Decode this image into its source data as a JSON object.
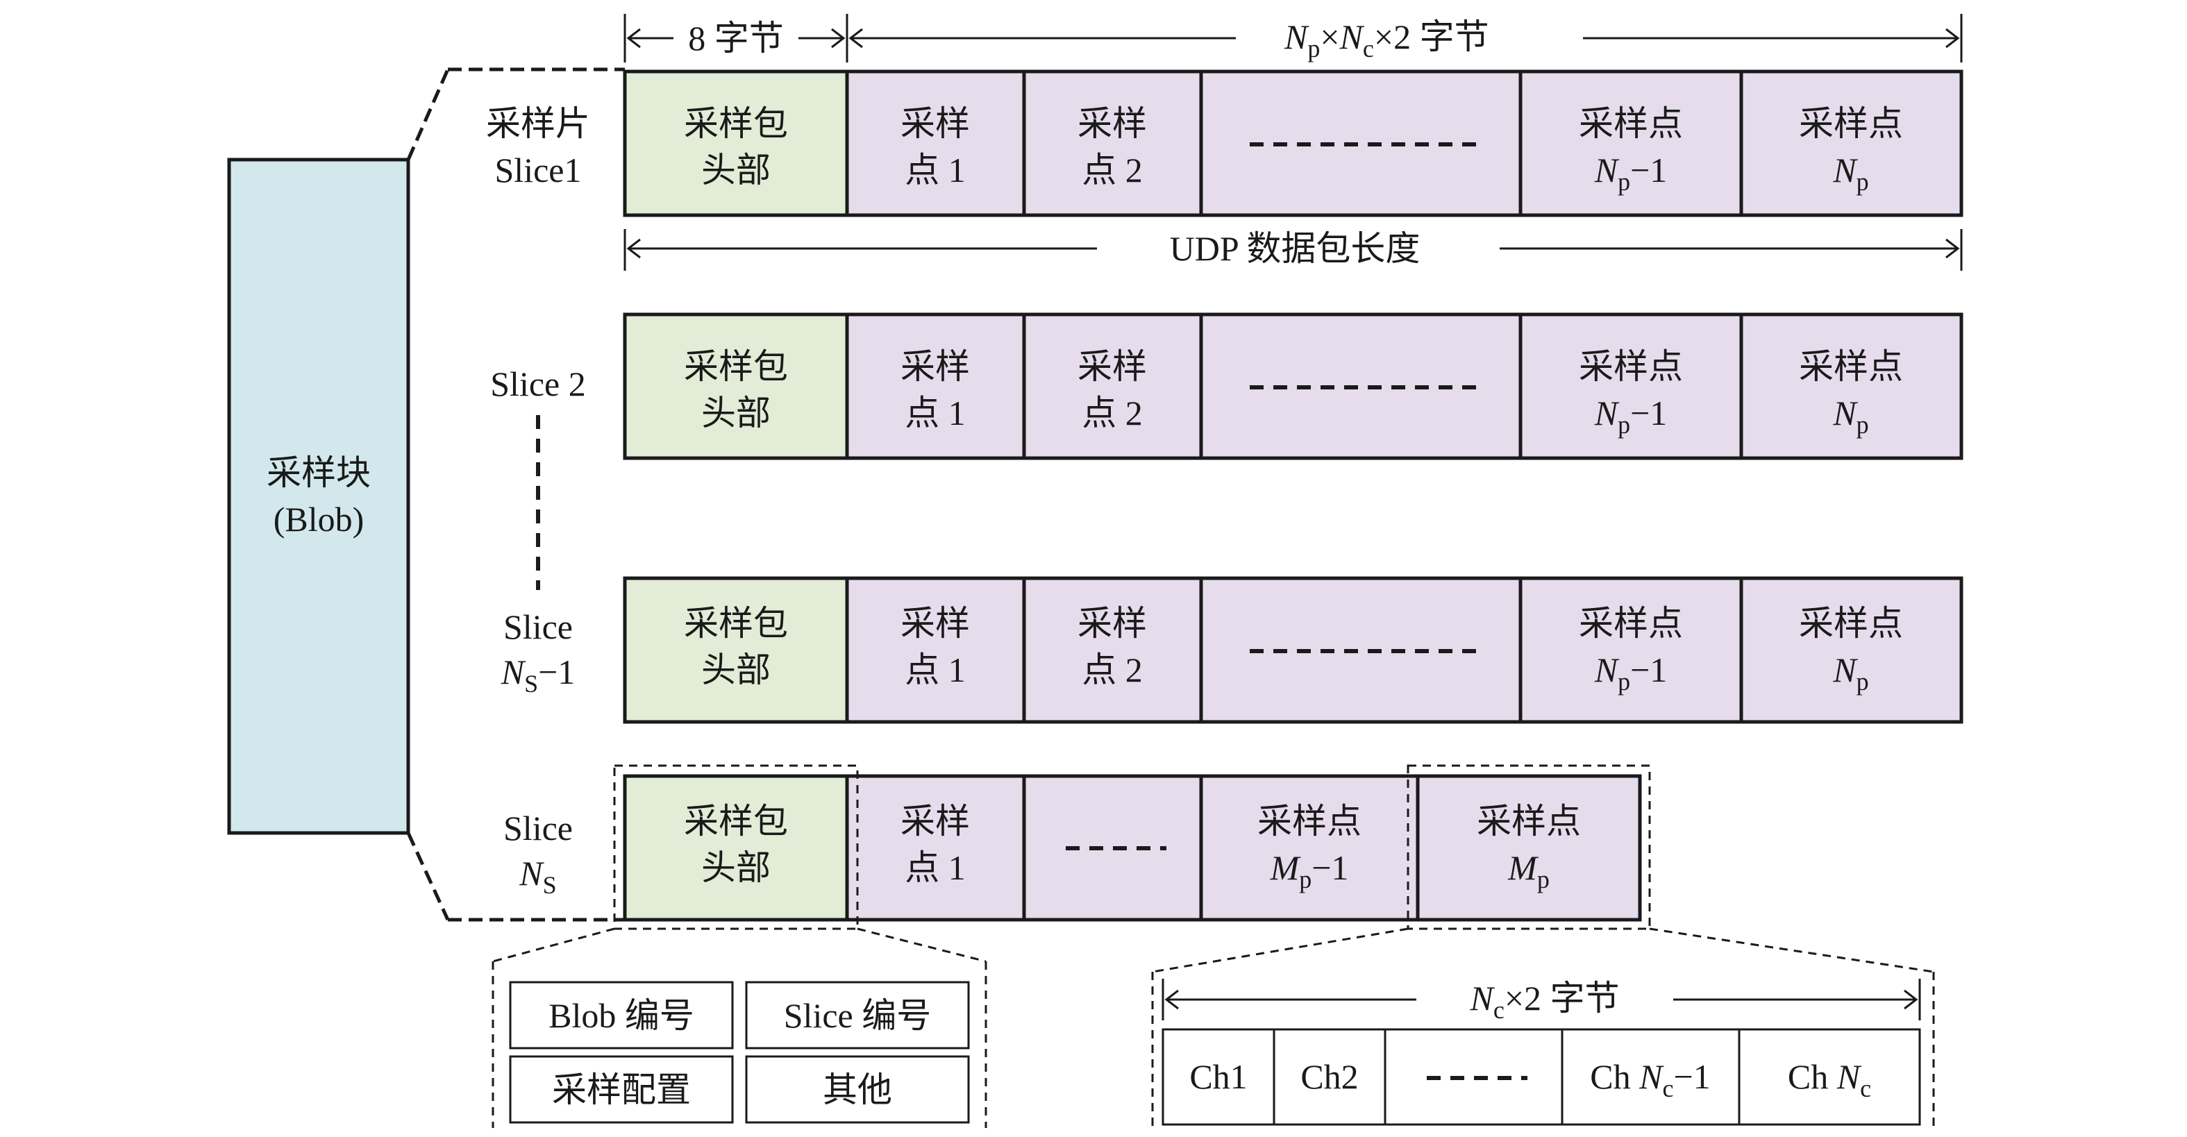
{
  "blob": {
    "line1": "采样块",
    "line2": "(Blob)"
  },
  "top_dims": {
    "header_bytes": "8 字节",
    "payload_N": "N",
    "payload_p": "p",
    "payload_x1": "×",
    "payload_Nc": "N",
    "payload_c": "c",
    "payload_rest": "×2 字节"
  },
  "udp_label": "UDP 数据包长度",
  "slice_labels": {
    "s1_line1": "采样片",
    "s1_line2": "Slice1",
    "s2_line1": "Slice 2",
    "s3_line1": "Slice",
    "s3_N": "N",
    "s3_sub": "S",
    "s3_rest": "−1",
    "s4_line1": "Slice",
    "s4_N": "N",
    "s4_sub": "S"
  },
  "cells": {
    "header_l1": "采样包",
    "header_l2": "头部",
    "pt_l1": "采样",
    "pt1_l2": "点 1",
    "pt2_l2": "点 2",
    "ptN_l1": "采样点",
    "np1_N": "N",
    "np1_sub": "p",
    "np1_rest": "−1",
    "np_N": "N",
    "np_sub": "p",
    "mp1_M": "M",
    "mp1_sub": "p",
    "mp1_rest": "−1",
    "mp_M": "M",
    "mp_sub": "p"
  },
  "header_detail": {
    "blob_id": "Blob 编号",
    "slice_id": "Slice 编号",
    "config": "采样配置",
    "other": "其他"
  },
  "sample_detail": {
    "width_N": "N",
    "width_c": "c",
    "width_rest": "×2 字节",
    "ch1": "Ch1",
    "ch2": "Ch2",
    "chn1_pre": "Ch ",
    "chn1_N": "N",
    "chn1_sub": "c",
    "chn1_rest": "−1",
    "chn_pre": "Ch ",
    "chn_N": "N",
    "chn_sub": "c"
  },
  "colors": {
    "blob_fill": "#d2e8ec",
    "header_fill": "#e2ecd6",
    "point_fill": "#e6dcec",
    "detail_fill": "#eacfd4",
    "channel_fill": "#f8dfcc"
  }
}
